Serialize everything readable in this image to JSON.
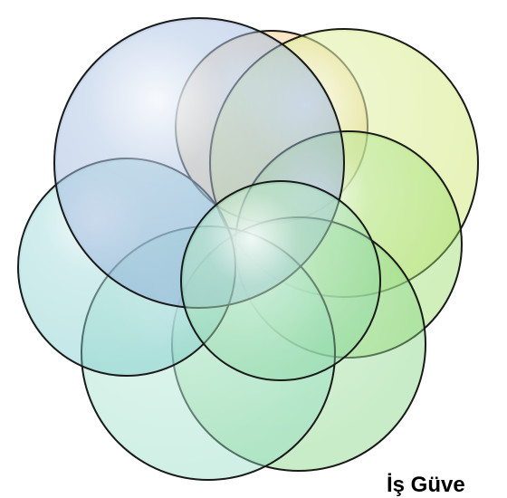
{
  "caption": "İş Güve",
  "circles": [
    {
      "name": "circle-top-orange",
      "color": "#f2b85a"
    },
    {
      "name": "circle-top-right-lime",
      "color": "#c6e35a"
    },
    {
      "name": "circle-right-green",
      "color": "#8ed85a"
    },
    {
      "name": "circle-bottom-right-green",
      "color": "#7cd27a"
    },
    {
      "name": "circle-bottom-teal",
      "color": "#8fdcc0"
    },
    {
      "name": "circle-left-teal",
      "color": "#6fc6c6"
    },
    {
      "name": "circle-top-left-blue",
      "color": "#7d9fd2"
    },
    {
      "name": "circle-center-green",
      "color": "#8ad6a2"
    }
  ]
}
